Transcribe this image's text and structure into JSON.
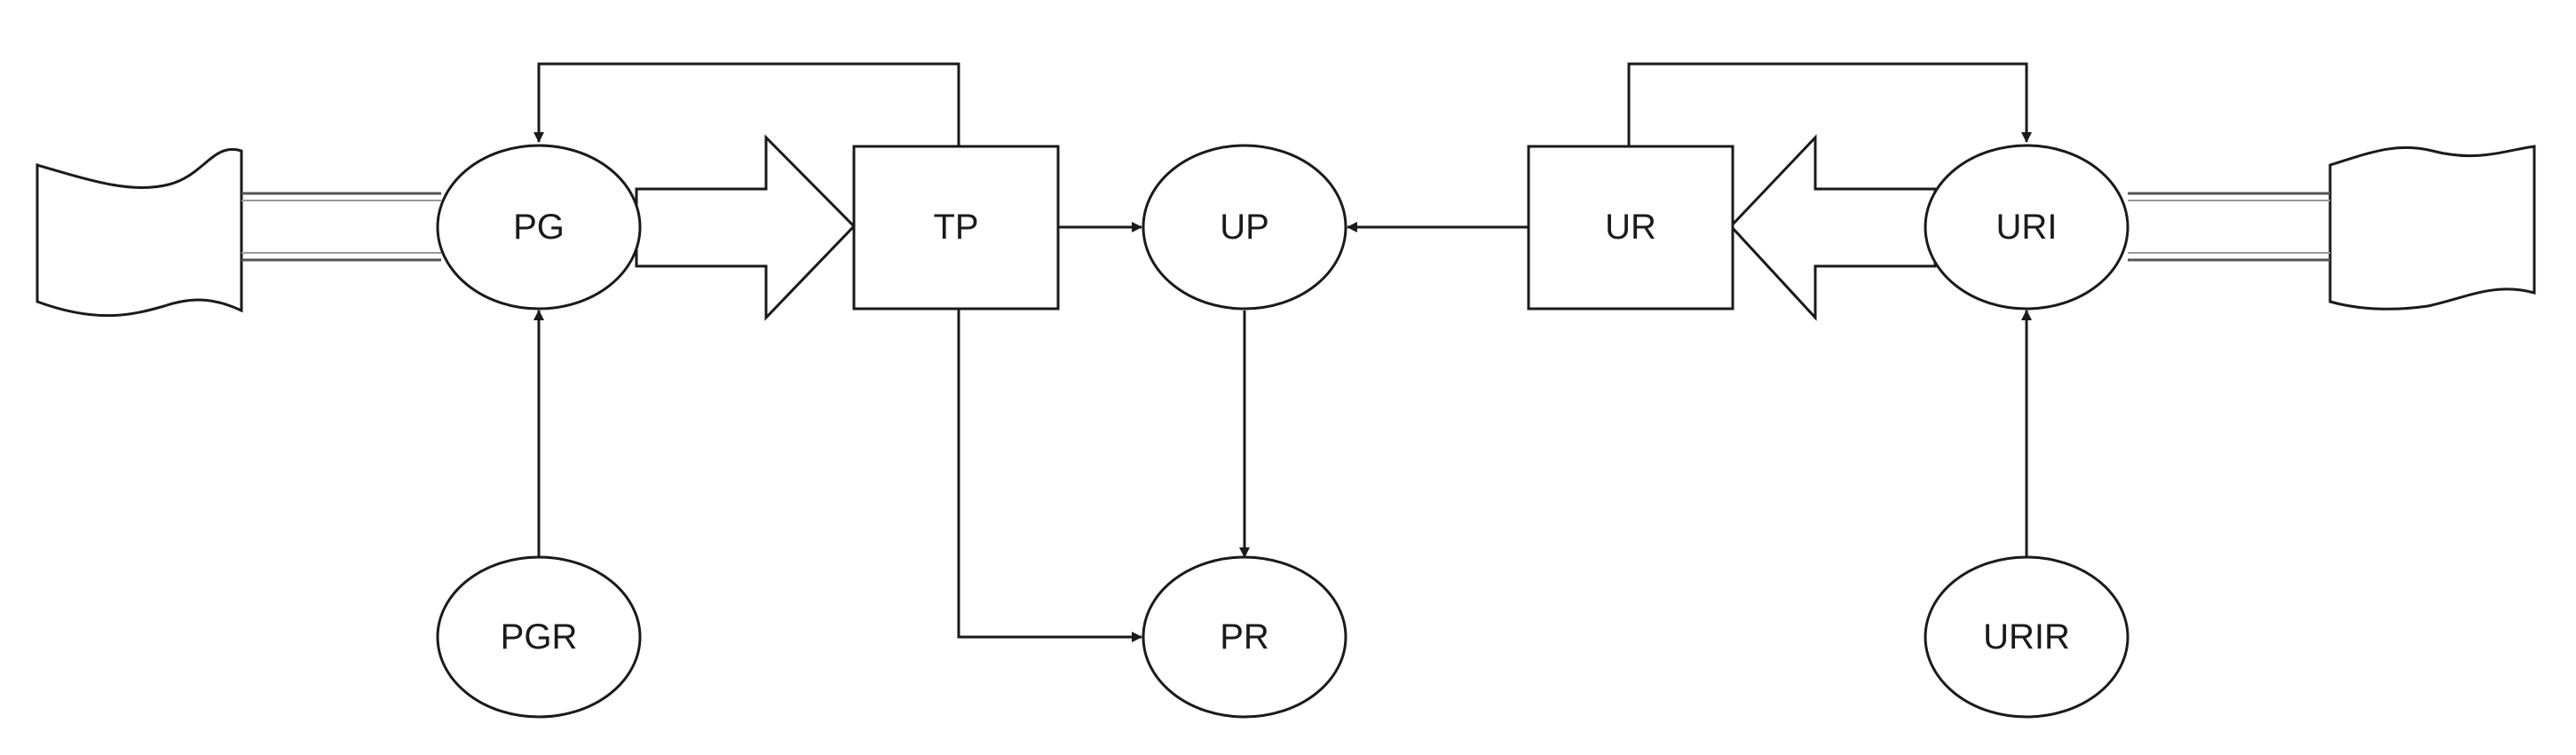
{
  "nodes": {
    "pg": {
      "label": "PG"
    },
    "tp": {
      "label": "TP"
    },
    "up": {
      "label": "UP"
    },
    "ur": {
      "label": "UR"
    },
    "uri": {
      "label": "URI"
    },
    "pgr": {
      "label": "PGR"
    },
    "pr": {
      "label": "PR"
    },
    "urir": {
      "label": "URIR"
    }
  }
}
